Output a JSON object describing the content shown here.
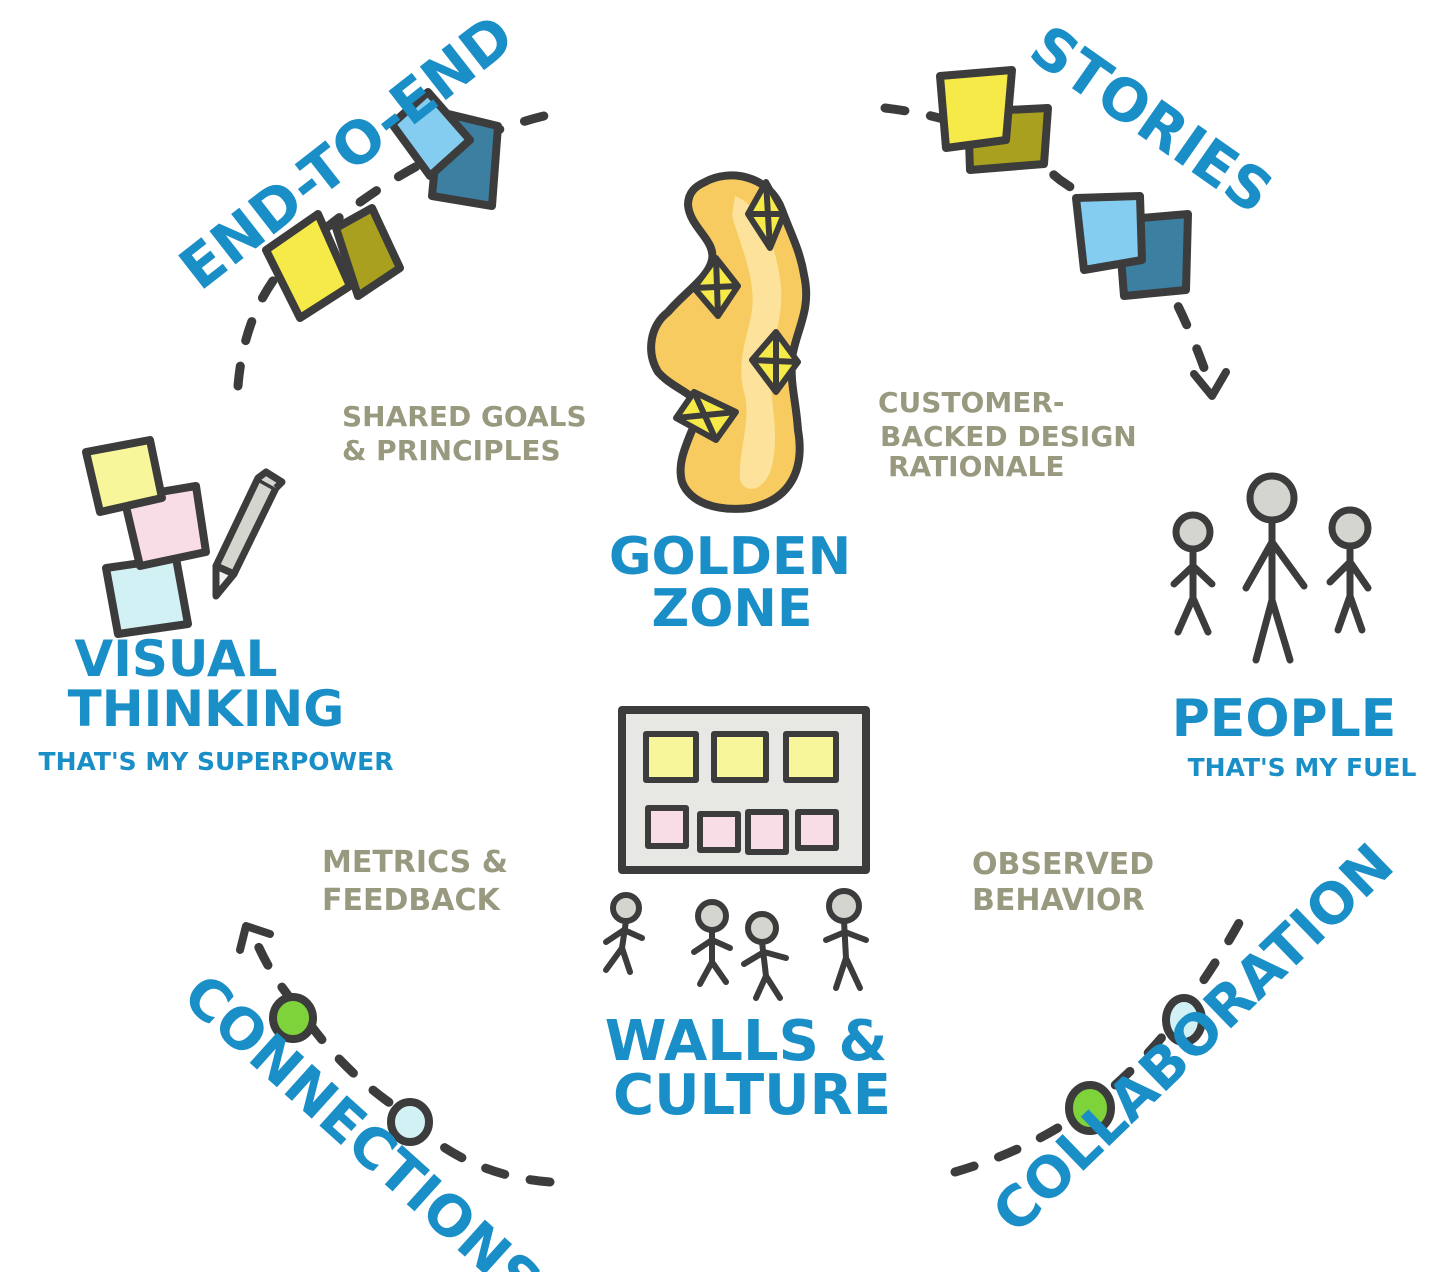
{
  "colors": {
    "blue": "#1a8fc7",
    "olive": "#99997f",
    "ink": "#3c3c3c",
    "yellow": "#f6ea48",
    "mustard": "#a9a01f",
    "sky": "#85cdf0",
    "steel": "#3d7fa0",
    "pale_yellow": "#f8f69a",
    "pale_pink": "#f9dde6",
    "pale_cyan": "#d2f1f5",
    "green": "#7ed23a",
    "gold": "#f7cb5f",
    "person_head": "#d5d5d0"
  },
  "labels": {
    "end_to_end": "END-TO-END",
    "stories": "STORIES",
    "golden_zone_line1": "GOLDEN",
    "golden_zone_line2": "ZONE",
    "shared_goals_line1": "SHARED GOALS",
    "shared_goals_line2": "& PRINCIPLES",
    "customer_line1": "CUSTOMER-",
    "customer_line2": "BACKED DESIGN",
    "customer_line3": "RATIONALE",
    "visual_line1": "VISUAL",
    "visual_line2": "THINKING",
    "visual_sub": "THAT'S MY SUPERPOWER",
    "people": "PEOPLE",
    "people_sub": "THAT'S MY FUEL",
    "metrics_line1": "METRICS &",
    "metrics_line2": "FEEDBACK",
    "observed_line1": "OBSERVED",
    "observed_line2": "BEHAVIOR",
    "walls_line1": "WALLS &",
    "walls_line2": "CULTURE",
    "connections": "CONNECTIONS",
    "collaboration": "COLLABORATION"
  },
  "icons": {
    "golden_zone": "golden-path-icon",
    "pencil": "pencil-icon",
    "wall": "sticky-wall-icon",
    "people": "stick-figure-icon",
    "nodes": "circle-node-icon",
    "notes": "sticky-note-icon"
  }
}
